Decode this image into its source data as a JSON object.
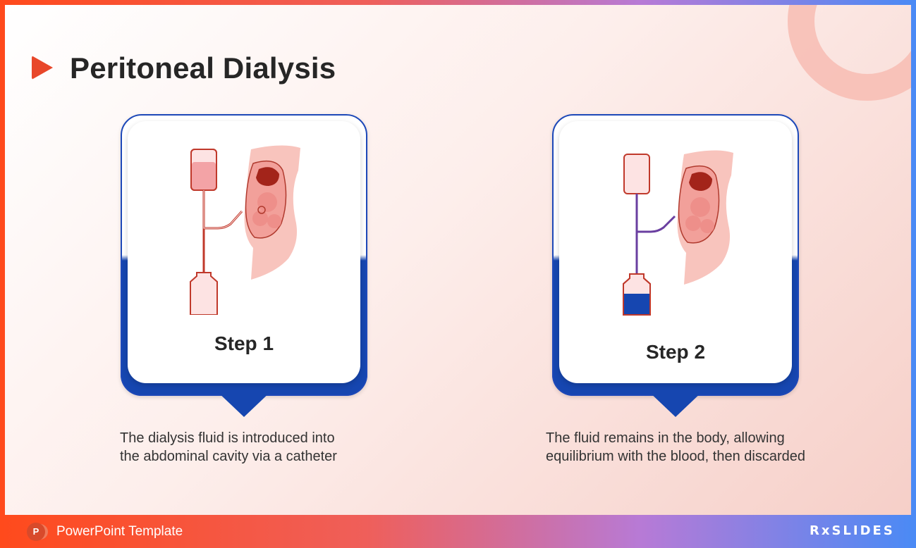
{
  "slide": {
    "title": "Peritoneal Dialysis",
    "steps": [
      {
        "label": "Step 1",
        "description_line1": "The dialysis fluid is introduced into",
        "description_line2": "the abdominal cavity via a catheter"
      },
      {
        "label": "Step 2",
        "description_line1": "The fluid remains in the body, allowing",
        "description_line2": "equilibrium with the blood, then discarded"
      }
    ]
  },
  "footer": {
    "app_icon_letter": "P",
    "label": "PowerPoint Template",
    "brand": "RxSLIDES"
  },
  "colors": {
    "accent_red": "#e8472a",
    "card_blue": "#1646b0",
    "fluid_pink": "#f3a3a6",
    "organ_dark": "#a3241a",
    "fluid_blue": "#1646b0"
  },
  "icons": [
    "play-triangle-icon",
    "iv-bag-icon",
    "drain-bag-icon",
    "abdomen-icon",
    "powerpoint-icon"
  ]
}
